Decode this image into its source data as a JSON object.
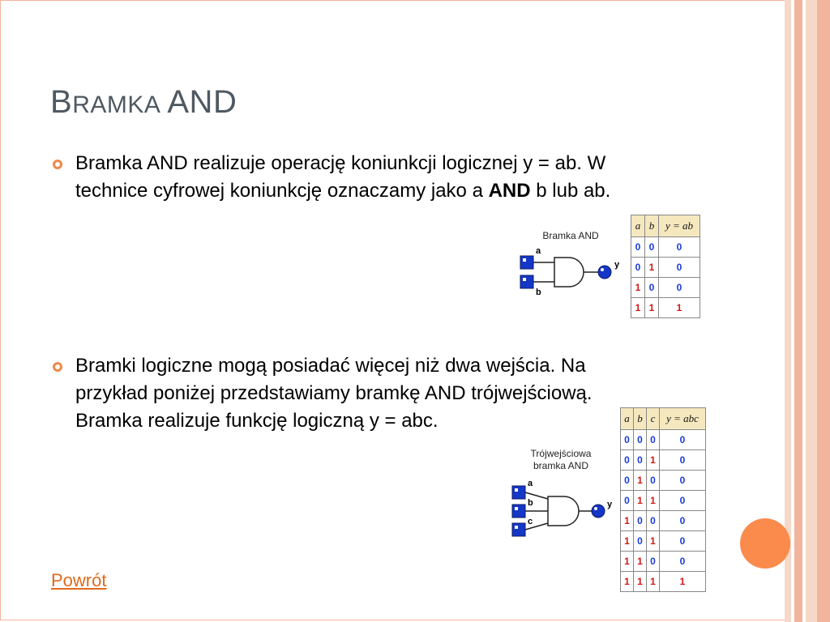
{
  "slide": {
    "title_first": "B",
    "title_small": "RAMKA",
    "title_rest": "AND",
    "bullet1": {
      "line1": "Bramka AND realizuje operację koniunkcji logicznej y = ab. W",
      "line2_pre": "technice cyfrowej koniunkcję oznaczamy jako a ",
      "line2_bold": "AND",
      "line2_post": " b lub ab."
    },
    "bullet2": {
      "line1": "Bramki logiczne mogą posiadać więcej niż dwa wejścia. Na",
      "line2": "przykład poniżej przedstawiamy bramkę AND trójwejściową.",
      "line3": "Bramka realizuje funkcję logiczną y = abc."
    },
    "link_back": "Powrót"
  },
  "gate2": {
    "caption": "Bramka AND",
    "input_a": "a",
    "input_b": "b",
    "output": "y"
  },
  "gate3": {
    "caption_line1": "Trójwejściowa",
    "caption_line2": "bramka AND",
    "input_a": "a",
    "input_b": "b",
    "input_c": "c",
    "output": "y"
  },
  "table2": {
    "headers": [
      "a",
      "b",
      "y = ab"
    ],
    "rows": [
      [
        "0",
        "0",
        "0"
      ],
      [
        "0",
        "1",
        "0"
      ],
      [
        "1",
        "0",
        "0"
      ],
      [
        "1",
        "1",
        "1"
      ]
    ]
  },
  "table3": {
    "headers": [
      "a",
      "b",
      "c",
      "y = abc"
    ],
    "rows": [
      [
        "0",
        "0",
        "0",
        "0"
      ],
      [
        "0",
        "0",
        "1",
        "0"
      ],
      [
        "0",
        "1",
        "0",
        "0"
      ],
      [
        "0",
        "1",
        "1",
        "0"
      ],
      [
        "1",
        "0",
        "0",
        "0"
      ],
      [
        "1",
        "0",
        "1",
        "0"
      ],
      [
        "1",
        "1",
        "0",
        "0"
      ],
      [
        "1",
        "1",
        "1",
        "1"
      ]
    ]
  },
  "colors": {
    "accent": "#f0884a",
    "circle": "#fa8b4c",
    "title": "#4f5962",
    "link": "#e06a1e",
    "bit_zero": "#1a3bd6",
    "bit_one": "#d01818",
    "table_header": "#f5e8be",
    "stripes": [
      "#f6d8c8",
      "#ffffff",
      "#f2b49c",
      "#ffffff",
      "#f6d8c8",
      "#f2b49c"
    ]
  }
}
